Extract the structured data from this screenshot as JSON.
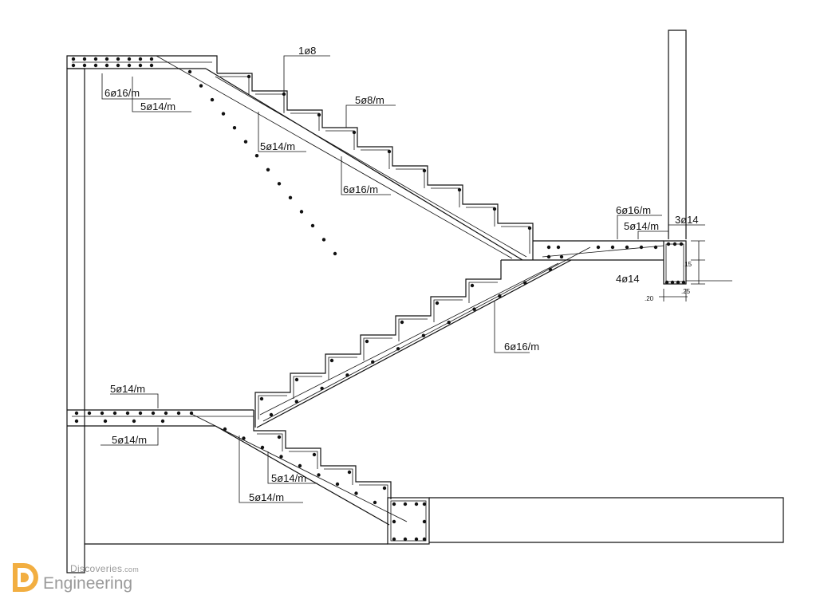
{
  "colors": {
    "ink": "#111111",
    "watermark": "#9a9a9a",
    "logo_accent": "#f0a020"
  },
  "labels": {
    "top_slab_bottom_bars": "6ø16/m",
    "top_slab_top_bars": "5ø14/m",
    "stirrup_top": "1ø8",
    "upper_flight_dist": "5ø8/m",
    "upper_flight_top": "5ø14/m",
    "upper_flight_main": "6ø16/m",
    "landing_main": "6ø16/m",
    "landing_dist": "5ø14/m",
    "beam_top": "3ø14",
    "beam_bottom": "4ø14",
    "lower_flight_main": "6ø16/m",
    "lower_slab_top": "5ø14/m",
    "lower_slab_bottom": "5ø14/m",
    "bottom_flight_a": "5ø14/m",
    "bottom_flight_b": "5ø14/m"
  },
  "dimensions": {
    "beam_width": ".20",
    "beam_cover": ".25",
    "beam_depth": ".15"
  },
  "watermark": {
    "top": "Discoveries",
    "domain": ".com",
    "name": "Engineering"
  }
}
